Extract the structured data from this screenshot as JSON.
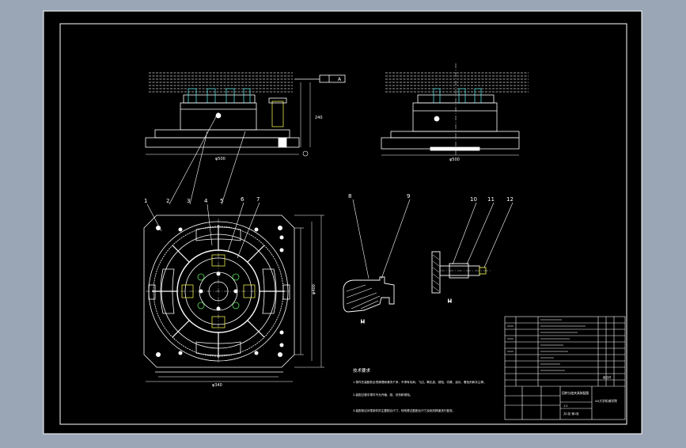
{
  "colors": {
    "background": "#9aa6b6",
    "sheet": "#000000",
    "lines": "#ffffff",
    "cyan": "#55dddd",
    "yellow": "#e8e84a",
    "green": "#5ade5a"
  },
  "balloons": [
    "1",
    "2",
    "3",
    "4",
    "5",
    "6",
    "7",
    "8",
    "9",
    "10",
    "11",
    "12"
  ],
  "views": {
    "front_label": "A",
    "dim_front_width": "φ500",
    "dim_side_width": "φ500",
    "dim_height": "240",
    "dim_plan_width": "φ340",
    "dim_plan_height": "φ400"
  },
  "notes": {
    "title": "技术要求",
    "line1": "1.零件在装配前必须清理和清洗干净，不得有毛刺、飞边、氧化皮、锈蚀、切屑、油污、着色剂和灰尘等。",
    "line2": "2.装配过程中零件不允许磕、碰、划伤和锈蚀。",
    "line3": "3.装配前应对零部件的主要配合尺寸，特别是过盈配合尺寸及相关精度进行复查。"
  },
  "title_block": {
    "drawing_name": "回转分度夹具装配图",
    "company": "XX大学机械学院",
    "scale": "1:2",
    "sheet": "共1张 第1张",
    "material": "组合件"
  }
}
